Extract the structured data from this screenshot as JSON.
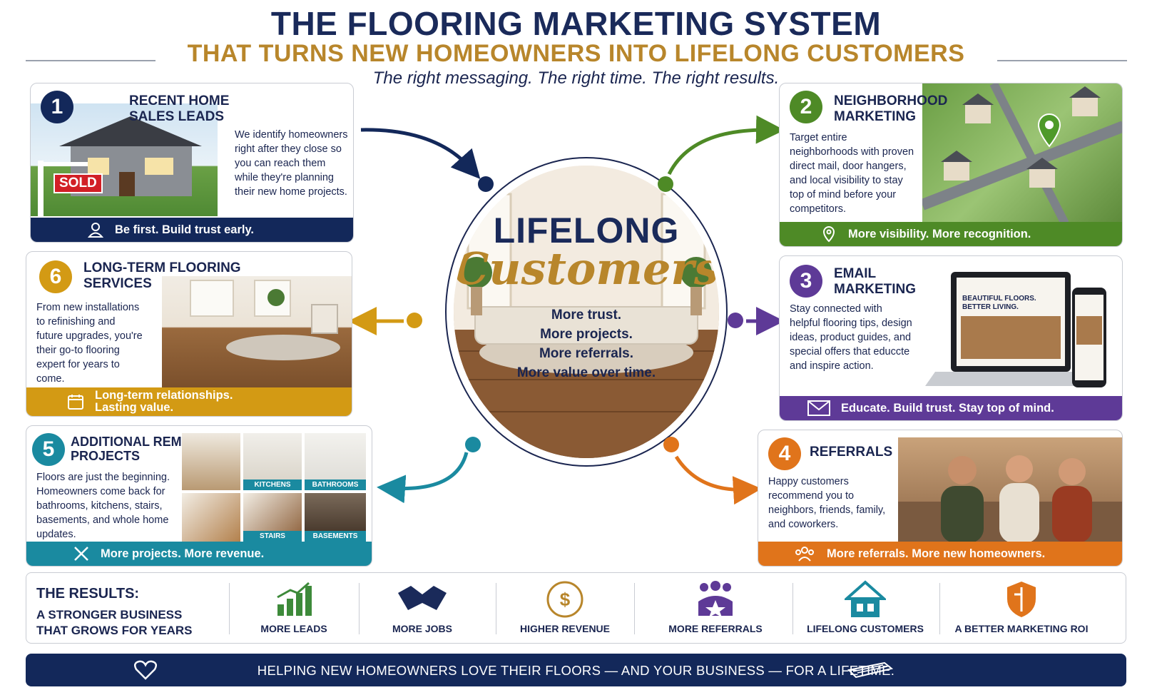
{
  "header": {
    "title": "THE FLOORING MARKETING SYSTEM",
    "subtitle": "THAT TURNS NEW HOMEOWNERS INTO LIFELONG CUSTOMERS",
    "tagline": "The right messaging. The right time. The right results."
  },
  "center": {
    "line1": "LIFELONG",
    "line2": "Customers",
    "benefits": [
      "More trust.",
      "More projects.",
      "More referrals.",
      "More value over time."
    ]
  },
  "cards": {
    "c1": {
      "number": "1",
      "title_line1": "RECENT HOME",
      "title_line2": "SALES LEADS",
      "body": "We identify homeowners right after they close so you can reach them while they're planning their new home projects.",
      "bar": "Be first. Build trust early.",
      "sign": "SOLD",
      "color": "#13285a"
    },
    "c2": {
      "number": "2",
      "title_line1": "NEIGHBORHOOD",
      "title_line2": "MARKETING",
      "body": "Target entire neighborhoods with proven direct mail, door hangers, and local visibility to stay top of mind before your competitors.",
      "bar": "More visibility. More recognition.",
      "color": "#4e8a26"
    },
    "c3": {
      "number": "3",
      "title_line1": "EMAIL",
      "title_line2": "MARKETING",
      "body": "Stay connected with helpful flooring tips, design ideas, product guides, and special offers that educcte and inspire action.",
      "bar": "Educate. Build trust. Stay top of mind.",
      "laptop_text1": "BEAUTIFUL FLOORS.",
      "laptop_text2": "BETTER LIVING.",
      "color": "#5e3a97"
    },
    "c4": {
      "number": "4",
      "title_line1": "REFERRALS",
      "body": "Happy customers recommend you to neighbors, friends, family, and coworkers.",
      "bar": "More referrals. More new homeowners.",
      "color": "#e0741b"
    },
    "c5": {
      "number": "5",
      "title_line1": "ADDITIONAL REMODELING",
      "title_line2": "PROJECTS",
      "body": "Floors are just the beginning. Homeowners come back for bathrooms, kitchens, stairs, basements, and whole home updates.",
      "bar": "More projects. More revenue.",
      "tiles": [
        "KITCHENS",
        "BATHROOMS",
        "STAIRS",
        "BASEMENTS"
      ],
      "color": "#1a8aa0"
    },
    "c6": {
      "number": "6",
      "title_line1": "LONG-TERM FLOORING",
      "title_line2": "SERVICES",
      "body": "From new installations to refinishing and future upgrades, you're their go-to flooring expert for years to come.",
      "bar_line1": "Long-term relationships.",
      "bar_line2": "Lasting value.",
      "color": "#d39a14"
    }
  },
  "results": {
    "heading": "THE RESULTS:",
    "subheading": "A STRONGER BUSINESS THAT GROWS FOR YEARS",
    "items": [
      {
        "label": "MORE LEADS",
        "icon": "bar-chart-icon",
        "color": "#3d8a3a"
      },
      {
        "label": "MORE JOBS",
        "icon": "handshake-icon",
        "color": "#1a2a5a"
      },
      {
        "label": "HIGHER REVENUE",
        "icon": "dollar-icon",
        "color": "#b8862b"
      },
      {
        "label": "MORE REFERRALS",
        "icon": "people-icon",
        "color": "#5e3a97"
      },
      {
        "label": "LIFELONG CUSTOMERS",
        "icon": "house-icon",
        "color": "#1a8aa0"
      },
      {
        "label": "A BETTER MARKETING ROI",
        "icon": "shield-icon",
        "color": "#e0741b"
      }
    ]
  },
  "footer": {
    "text": "HELPING NEW HOMEOWNERS LOVE THEIR FLOORS — AND YOUR BUSINESS — FOR A LIFETIME."
  }
}
